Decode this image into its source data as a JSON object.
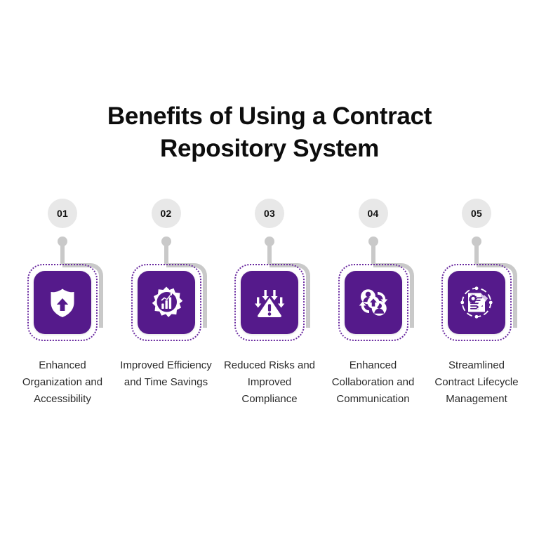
{
  "title": {
    "line1": "Benefits of Using a Contract",
    "line2": "Repository System"
  },
  "colors": {
    "card_purple": "#551A8B",
    "dotted_outline": "#6a2aa0",
    "connector_gray": "#c9c9c9",
    "badge_gray": "#e8e8e8",
    "title_text": "#0d0d0d",
    "caption_text": "#2b2b2b",
    "background": "#ffffff"
  },
  "items": [
    {
      "number": "01",
      "icon": "shield-up-arrow-icon",
      "caption": "Enhanced Organization and Accessibility"
    },
    {
      "number": "02",
      "icon": "gear-bar-chart-icon",
      "caption": "Improved Efficiency and Time Savings"
    },
    {
      "number": "03",
      "icon": "warning-triangle-down-arrows-icon",
      "caption": "Reduced Risks and Improved Compliance"
    },
    {
      "number": "04",
      "icon": "collaboration-people-cycle-icon",
      "caption": "Enhanced Collaboration and Communication"
    },
    {
      "number": "05",
      "icon": "document-gear-pencil-lifecycle-icon",
      "caption": "Streamlined Contract Lifecycle Management"
    }
  ]
}
